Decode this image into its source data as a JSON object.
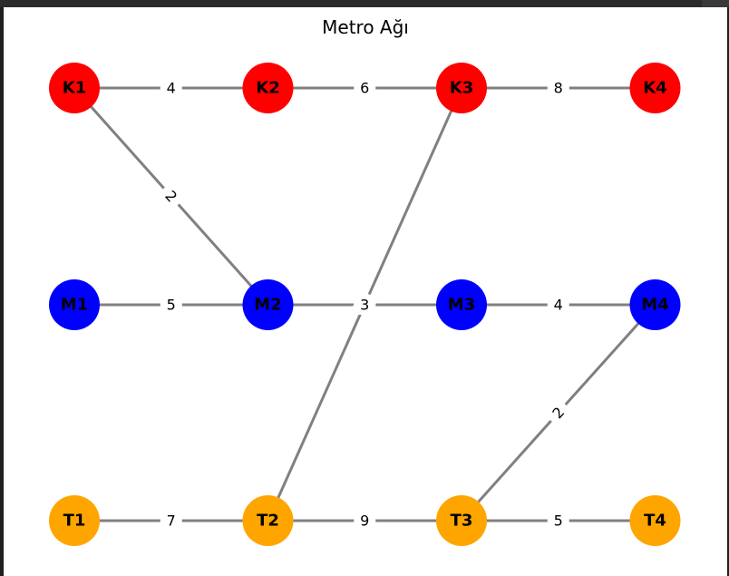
{
  "title": "Metro Ağı",
  "colors": {
    "K": "#ff0000",
    "M": "#0000ff",
    "T": "#ffa500",
    "edge": "#808080"
  },
  "nodes": [
    {
      "id": "K1",
      "line": "K"
    },
    {
      "id": "K2",
      "line": "K"
    },
    {
      "id": "K3",
      "line": "K"
    },
    {
      "id": "K4",
      "line": "K"
    },
    {
      "id": "M1",
      "line": "M"
    },
    {
      "id": "M2",
      "line": "M"
    },
    {
      "id": "M3",
      "line": "M"
    },
    {
      "id": "M4",
      "line": "M"
    },
    {
      "id": "T1",
      "line": "T"
    },
    {
      "id": "T2",
      "line": "T"
    },
    {
      "id": "T3",
      "line": "T"
    },
    {
      "id": "T4",
      "line": "T"
    }
  ],
  "edges": [
    {
      "from": "K1",
      "to": "K2",
      "weight": "4"
    },
    {
      "from": "K2",
      "to": "K3",
      "weight": "6"
    },
    {
      "from": "K3",
      "to": "K4",
      "weight": "8"
    },
    {
      "from": "K1",
      "to": "M2",
      "weight": "2"
    },
    {
      "from": "K3",
      "to": "T2",
      "weight": "3"
    },
    {
      "from": "M1",
      "to": "M2",
      "weight": "5"
    },
    {
      "from": "M2",
      "to": "M3",
      "weight": "3"
    },
    {
      "from": "M3",
      "to": "M4",
      "weight": "4"
    },
    {
      "from": "M4",
      "to": "T3",
      "weight": "2"
    },
    {
      "from": "T1",
      "to": "T2",
      "weight": "7"
    },
    {
      "from": "T2",
      "to": "T3",
      "weight": "9"
    },
    {
      "from": "T3",
      "to": "T4",
      "weight": "5"
    }
  ]
}
